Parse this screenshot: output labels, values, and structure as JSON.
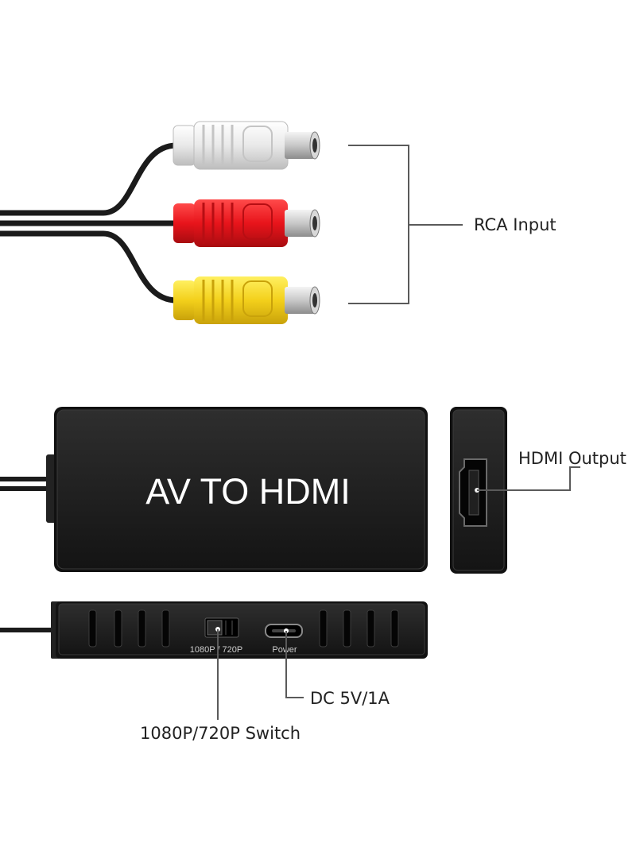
{
  "labels": {
    "rca_input": "RCA Input",
    "hdmi_output": "HDMI Output",
    "device_title": "AV TO HDMI",
    "switch_print": "1080P / 720P",
    "power_print": "Power",
    "dc_label": "DC 5V/1A",
    "switch_label": "1080P/720P Switch"
  },
  "colors": {
    "rca_white": "#ececec",
    "rca_red": "#e8141b",
    "rca_yellow": "#f3d01b",
    "device_body": "#1a1a1a",
    "callout_line": "#5a5a5a"
  }
}
